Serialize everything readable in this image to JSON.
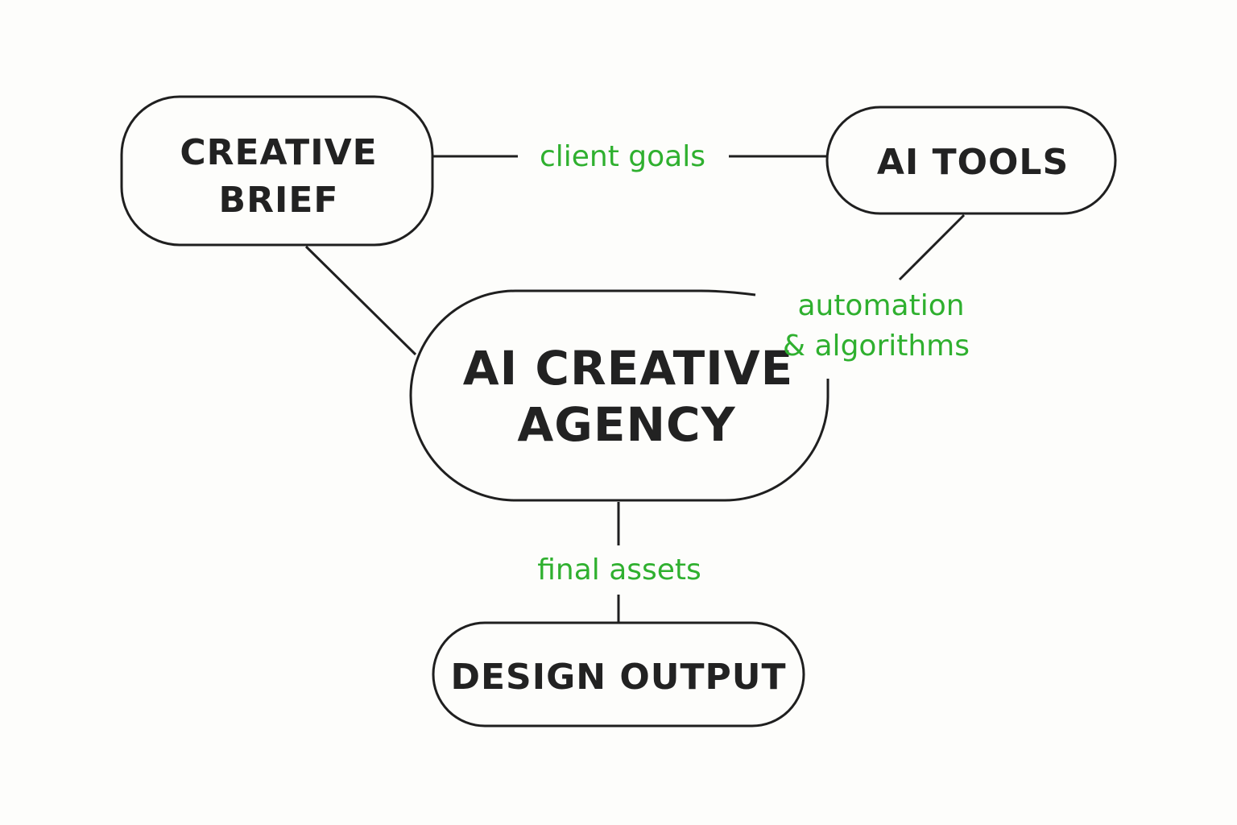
{
  "colors": {
    "node_stroke": "#1f1f1f",
    "node_text": "#222222",
    "edge_label": "#2fb02f",
    "background": "#fdfdfb"
  },
  "nodes": {
    "creative_brief": {
      "line1": "CREATIVE",
      "line2": "BRIEF"
    },
    "ai_tools": {
      "label": "AI TOOLS"
    },
    "ai_creative_agency": {
      "line1": "AI CREATIVE",
      "line2": "AGENCY"
    },
    "design_output": {
      "label": "DESIGN OUTPUT"
    }
  },
  "edges": {
    "brief_to_tools": {
      "label": "client goals"
    },
    "tools_to_agency": {
      "line1": "automation",
      "line2": "& algorithms"
    },
    "agency_to_output": {
      "label": "final assets"
    }
  }
}
